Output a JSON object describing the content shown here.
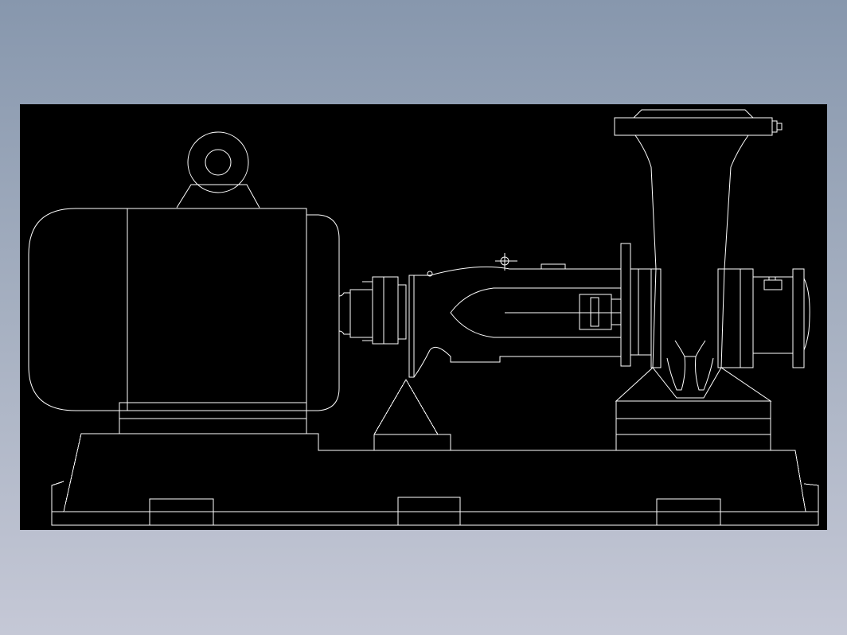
{
  "colors": {
    "background_gradient_top": "#8797ad",
    "background_gradient_bottom": "#c5c8d6",
    "viewport_background": "#000000",
    "line_color": "#ffffff"
  },
  "drawing": {
    "view": "side elevation",
    "components": [
      "electric-motor",
      "lifting-eye",
      "coupling",
      "bearing-housing",
      "support-pedestal",
      "pump-casing",
      "discharge-flange",
      "suction-flange",
      "base-frame"
    ]
  }
}
